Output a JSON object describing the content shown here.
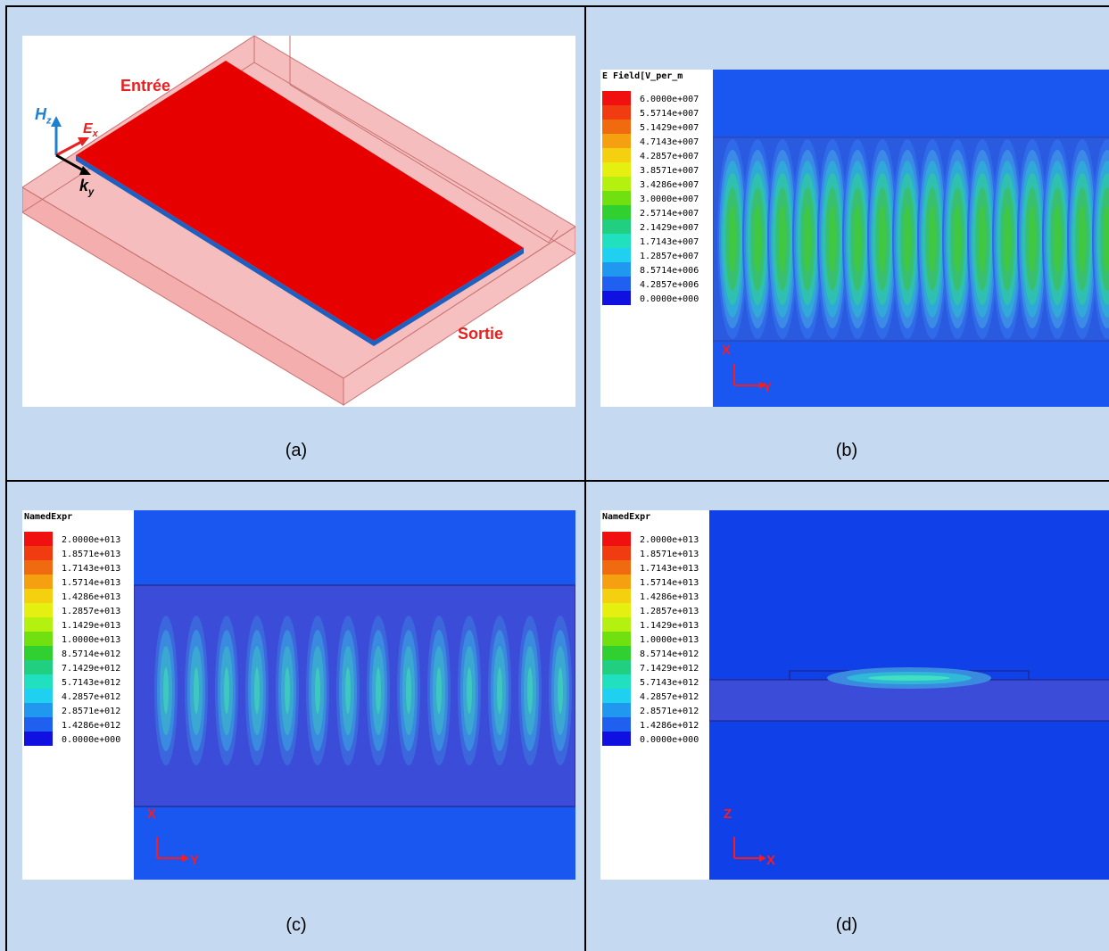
{
  "captions": [
    "(a)",
    "(b)",
    "(c)",
    "(d)"
  ],
  "panel_a": {
    "entree": "Entrée",
    "sortie": "Sortie",
    "axes": {
      "h": "H",
      "h_sub": "z",
      "e": "E",
      "e_sub": "x",
      "k": "k",
      "k_sub": "y"
    },
    "colors": {
      "plate": "#e60000",
      "substrate": "#f2a7a7",
      "edge": "#1e5fbf"
    }
  },
  "panel_b": {
    "legend_title": "E Field[V_per_m",
    "legend_values": [
      "6.0000e+007",
      "5.5714e+007",
      "5.1429e+007",
      "4.7143e+007",
      "4.2857e+007",
      "3.8571e+007",
      "3.4286e+007",
      "3.0000e+007",
      "2.5714e+007",
      "2.1429e+007",
      "1.7143e+007",
      "1.2857e+007",
      "8.5714e+006",
      "4.2857e+006",
      "0.0000e+000"
    ],
    "axis_v": "X",
    "axis_h": "Y"
  },
  "panel_c": {
    "legend_title": "NamedExpr",
    "legend_values": [
      "2.0000e+013",
      "1.8571e+013",
      "1.7143e+013",
      "1.5714e+013",
      "1.4286e+013",
      "1.2857e+013",
      "1.1429e+013",
      "1.0000e+013",
      "8.5714e+012",
      "7.1429e+012",
      "5.7143e+012",
      "4.2857e+012",
      "2.8571e+012",
      "1.4286e+012",
      "0.0000e+000"
    ],
    "axis_v": "X",
    "axis_h": "Y"
  },
  "panel_d": {
    "legend_title": "NamedExpr",
    "legend_values": [
      "2.0000e+013",
      "1.8571e+013",
      "1.7143e+013",
      "1.5714e+013",
      "1.4286e+013",
      "1.2857e+013",
      "1.1429e+013",
      "1.0000e+013",
      "8.5714e+012",
      "7.1429e+012",
      "5.7143e+012",
      "4.2857e+012",
      "2.8571e+012",
      "1.4286e+012",
      "0.0000e+000"
    ],
    "axis_v": "Z",
    "axis_h": "X"
  },
  "scale_colors": [
    "#f01010",
    "#f03c10",
    "#f06a10",
    "#f5a010",
    "#f5d010",
    "#e6f010",
    "#b4f010",
    "#70e010",
    "#30d030",
    "#20d080",
    "#20e0c0",
    "#20d0f0",
    "#2098f0",
    "#2060f0",
    "#1010e0"
  ],
  "colors": {
    "bg_blue": "#1a56f0",
    "band": "#3a4cd8",
    "axis_red": "#ff1a1a"
  }
}
